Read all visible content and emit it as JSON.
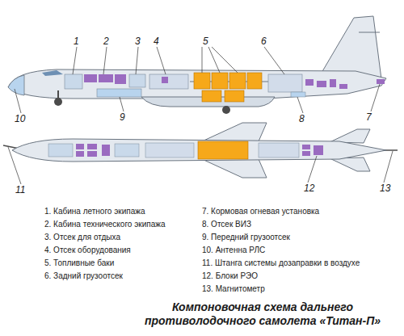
{
  "diagram": {
    "caption": "Компоновочная схема дальнего противолодочного самолета «Титан-П»",
    "labels": [
      "1",
      "2",
      "3",
      "4",
      "5",
      "6",
      "7",
      "8",
      "9",
      "10",
      "11",
      "12",
      "13",
      "1. Кабина летного экипажа",
      "2. Кабина технического экипажа",
      "3. Отсек для отдыха",
      "4. Отсек оборудования",
      "5. Топливные баки",
      "6. Задний грузоотсек",
      "7. Кормовая огневая установка",
      "8. Отсек ВИЗ",
      "9. Передний грузоотсек",
      "10. Антенна РЛС",
      "11. Штанга системы дозаправки в воздухе",
      "12. Блоки РЭО",
      "13. Магнитометр"
    ]
  }
}
